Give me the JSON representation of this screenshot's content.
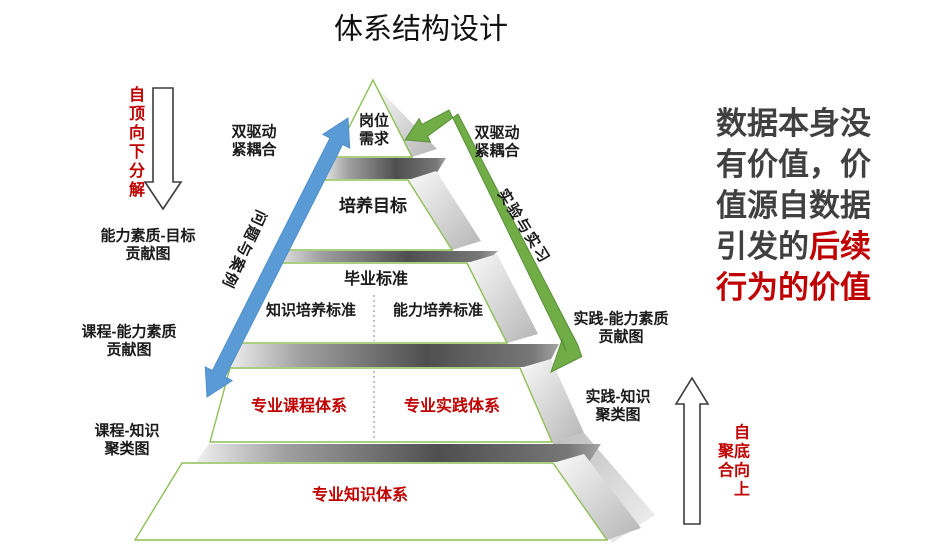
{
  "title": "体系结构设计",
  "colors": {
    "red": "#c00000",
    "blue_arrow": "#5b9bd5",
    "green_arrow": "#70ad47",
    "outline_green": "#8fbf57",
    "quote_dark": "#404040"
  },
  "pyramid": {
    "top": "岗位\n需求",
    "level2": "培养目标",
    "level3": {
      "header": "毕业标准",
      "left": "知识培养标准",
      "right": "能力培养标准"
    },
    "level4": {
      "left": "专业课程体系",
      "right": "专业实践体系"
    },
    "level5": "专业知识体系"
  },
  "arrows": {
    "top_down": "自顶向下分解",
    "bottom_up": "自底向上聚合",
    "blue_label": "问题与案例",
    "green_label": "实验与实习"
  },
  "left_labels": {
    "coupling": "双驱动\n紧耦合",
    "ability_goal": "能力素质-目标\n贡献图",
    "course_ability": "课程-能力素质\n贡献图",
    "course_knowledge": "课程-知识\n聚类图"
  },
  "right_labels": {
    "coupling": "双驱动\n紧耦合",
    "practice_ability": "实践-能力素质\n贡献图",
    "practice_knowledge": "实践-知识\n聚类图"
  },
  "quote": {
    "black_part": "数据本身没有价值，价值源自数据引发的",
    "red_part": "后续行为的价值"
  }
}
